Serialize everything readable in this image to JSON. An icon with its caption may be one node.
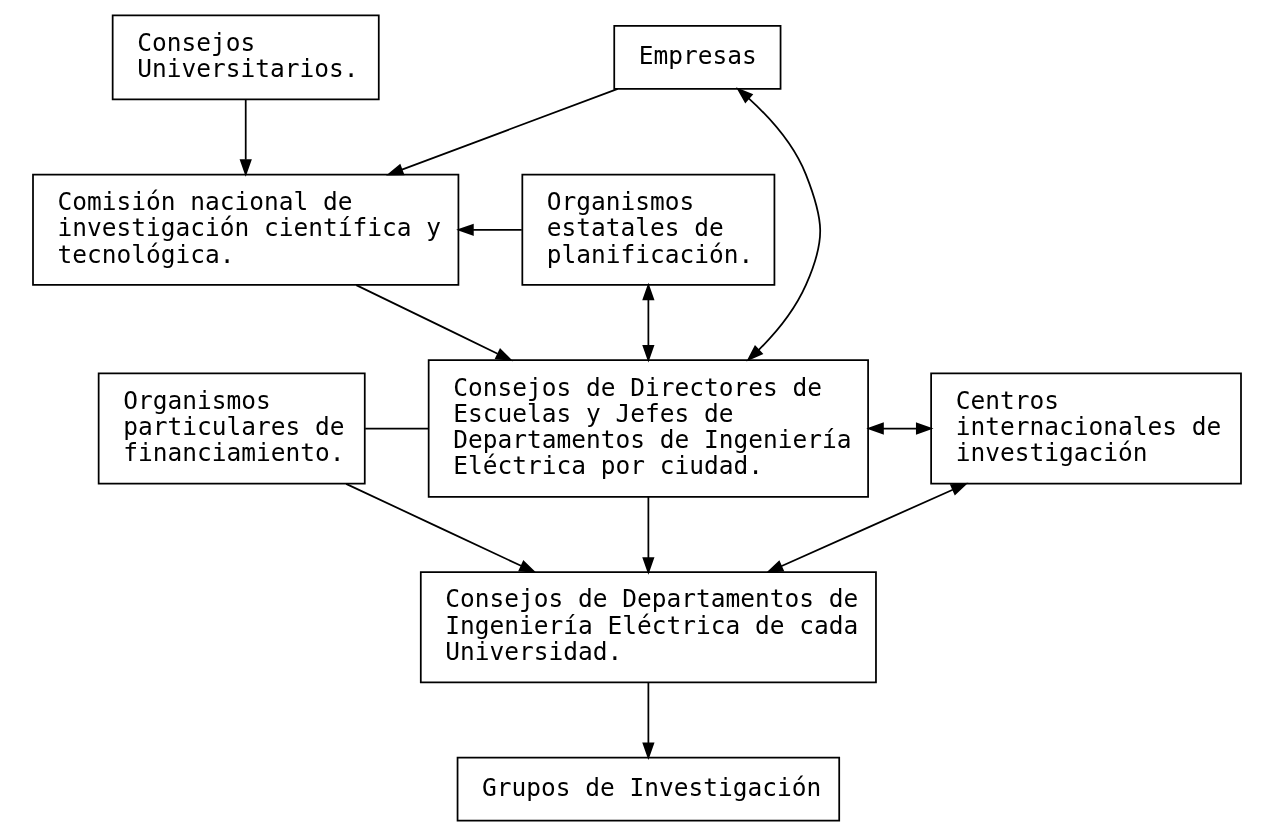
{
  "diagram": {
    "nodes": [
      {
        "text": [
          "Consejos Universitarios."
        ]
      },
      {
        "text": [
          "Comisión nacional de investigación científica y tecnológica."
        ]
      },
      {
        "text": [
          "Empresas"
        ]
      },
      {
        "text": [
          "Organismos estatales de planificación."
        ]
      },
      {
        "text": [
          "Consejos de Directores de Escuelas y Jefes de Departamentos de Ingeniería Eléctrica por ciudad."
        ]
      },
      {
        "text": [
          "Centros internacionales de investigación"
        ]
      },
      {
        "text": [
          "Organismos particulares de financiamiento."
        ]
      },
      {
        "text": [
          "Consejos de Departamentos de Ingeniería Eléctrica de cada Universidad."
        ]
      },
      {
        "text": [
          "Grupos de Investigación"
        ]
      }
    ],
    "edges": [
      {
        "from": 0,
        "to": 1,
        "arrow": "to"
      },
      {
        "from": 2,
        "to": 1,
        "arrow": "to"
      },
      {
        "from": 3,
        "to": 1,
        "arrow": "to"
      },
      {
        "from": 2,
        "to": 4,
        "arrow": "both"
      },
      {
        "from": 1,
        "to": 4,
        "arrow": "to"
      },
      {
        "from": 3,
        "to": 4,
        "arrow": "both"
      },
      {
        "from": 4,
        "to": 5,
        "arrow": "both"
      },
      {
        "from": 6,
        "to": 4,
        "arrow": "none"
      },
      {
        "from": 6,
        "to": 7,
        "arrow": "to"
      },
      {
        "from": 4,
        "to": 7,
        "arrow": "to"
      },
      {
        "from": 5,
        "to": 7,
        "arrow": "both"
      },
      {
        "from": 7,
        "to": 8,
        "arrow": "to"
      }
    ]
  }
}
